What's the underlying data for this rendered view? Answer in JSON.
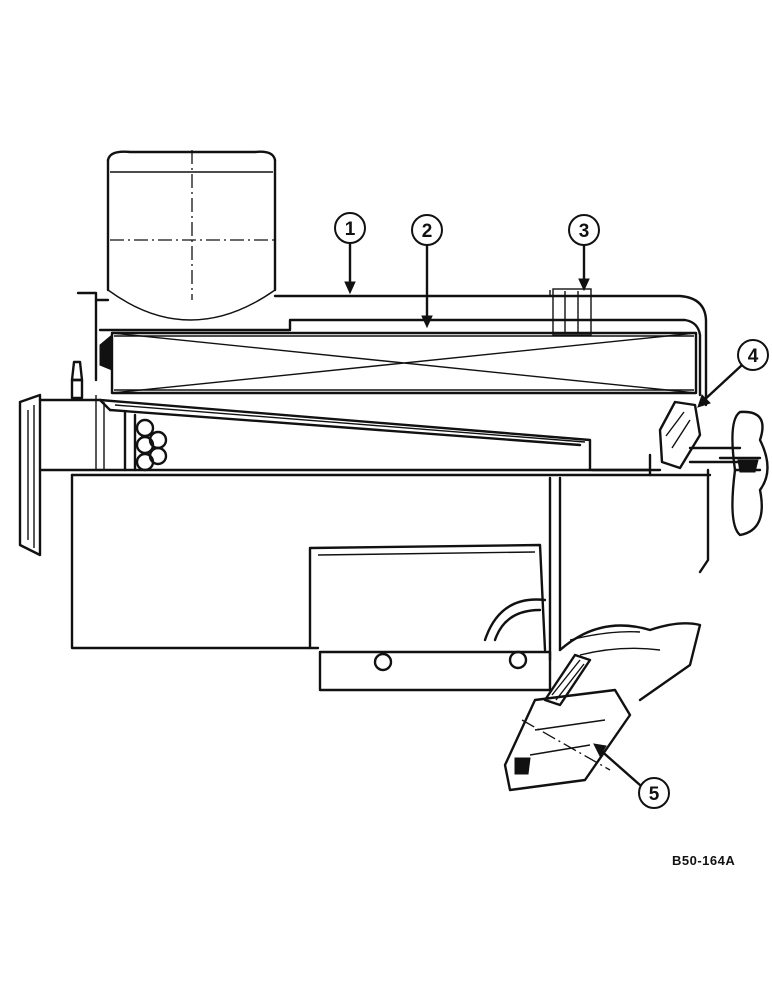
{
  "figure": {
    "reference_code": "B50-164A",
    "callouts": [
      {
        "number": "1"
      },
      {
        "number": "2"
      },
      {
        "number": "3"
      },
      {
        "number": "4"
      },
      {
        "number": "5"
      }
    ]
  }
}
